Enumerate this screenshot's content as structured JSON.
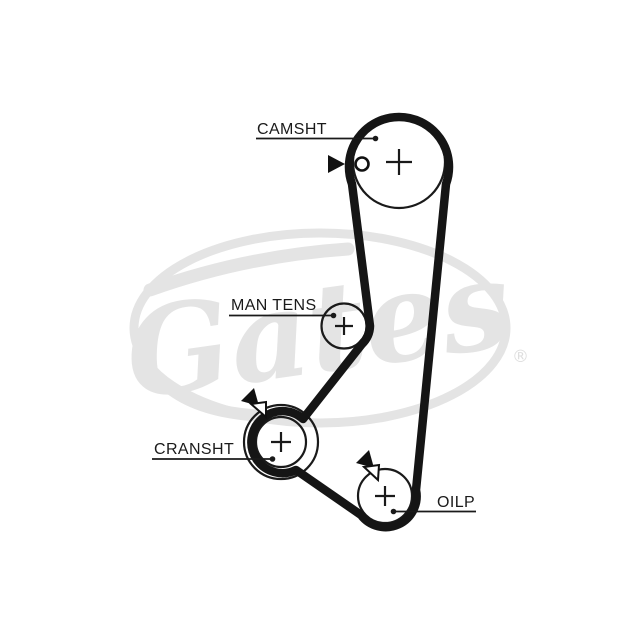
{
  "page": {
    "background_color": "#ffffff",
    "content": "timing-belt routing diagram"
  },
  "watermark": {
    "brand": "Gates",
    "registered_mark": "®",
    "color": "#e4e4e4"
  },
  "diagram": {
    "type": "timing-belt-routing",
    "belt_color": "#151515",
    "line_color": "#1a1a1a",
    "pulleys": [
      {
        "name": "camshaft-sprocket",
        "label": "CAMSHT",
        "mark": "black arrow + round timing dot"
      },
      {
        "name": "manual-tensioner",
        "label": "MAN TENS",
        "mark": "none"
      },
      {
        "name": "crankshaft-sprocket",
        "label": "CRANSHT",
        "mark": "black arrow + notch"
      },
      {
        "name": "oil-pump-sprocket",
        "label": "OILP",
        "mark": "black arrow + notch"
      }
    ]
  }
}
